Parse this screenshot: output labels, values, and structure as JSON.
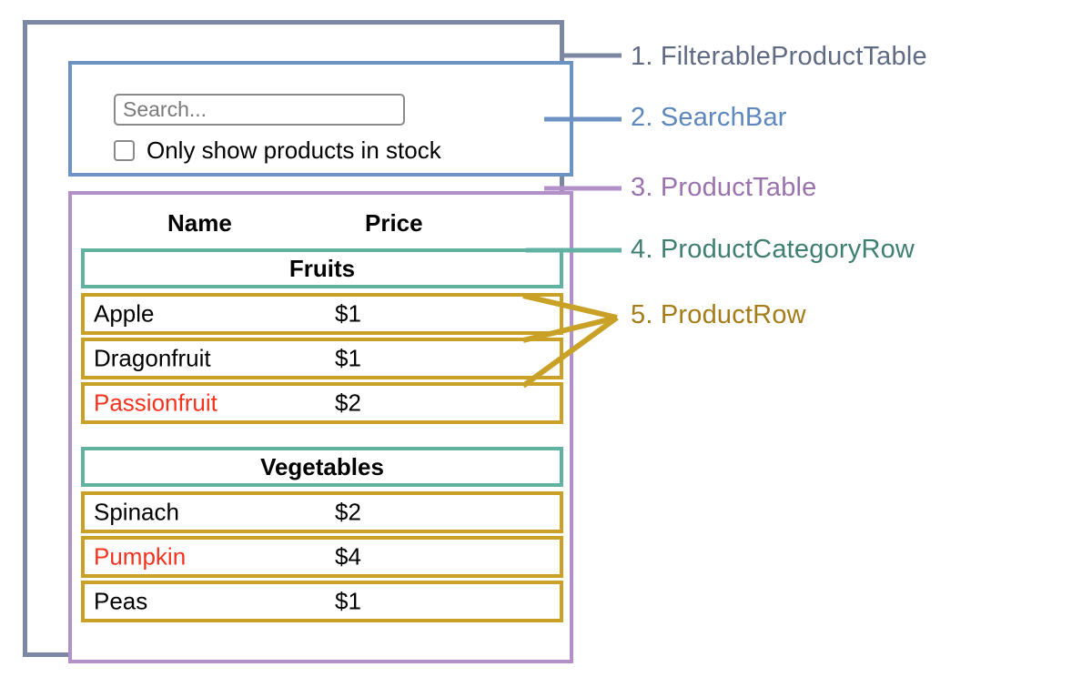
{
  "diagram": {
    "title": "React component hierarchy diagram",
    "legend": [
      {
        "number": "1.",
        "label": "FilterableProductTable",
        "text": "1. FilterableProductTable",
        "color": "#5f6b85"
      },
      {
        "number": "2.",
        "label": "SearchBar",
        "text": "2. SearchBar",
        "color": "#5d87bd"
      },
      {
        "number": "3.",
        "label": "ProductTable",
        "text": "3. ProductTable",
        "color": "#9a72ae"
      },
      {
        "number": "4.",
        "label": "ProductCategoryRow",
        "text": "4. ProductCategoryRow",
        "color": "#3f7f72"
      },
      {
        "number": "5.",
        "label": "ProductRow",
        "text": "5. ProductRow",
        "color": "#a67c19"
      }
    ]
  },
  "colors": {
    "filterable_product_table": "#7b87a3",
    "search_bar": "#6d92c4",
    "product_table": "#b391c8",
    "product_category_row": "#61b2a3",
    "product_row": "#c9a127",
    "out_of_stock_text": "#f4321e",
    "in_stock_text": "#000000",
    "placeholder_text": "#7a7a7a"
  },
  "search_bar": {
    "input": {
      "value": "",
      "placeholder": "Search..."
    },
    "checkbox": {
      "label": "Only show products in stock",
      "checked": false
    }
  },
  "product_table": {
    "columns": [
      "Name",
      "Price"
    ],
    "header": {
      "name": "Name",
      "price": "Price"
    },
    "groups": [
      {
        "category": "Fruits",
        "products": [
          {
            "name": "Apple",
            "price": "$1",
            "stocked": true
          },
          {
            "name": "Dragonfruit",
            "price": "$1",
            "stocked": true
          },
          {
            "name": "Passionfruit",
            "price": "$2",
            "stocked": false
          }
        ]
      },
      {
        "category": "Vegetables",
        "products": [
          {
            "name": "Spinach",
            "price": "$2",
            "stocked": true
          },
          {
            "name": "Pumpkin",
            "price": "$4",
            "stocked": false
          },
          {
            "name": "Peas",
            "price": "$1",
            "stocked": true
          }
        ]
      }
    ]
  }
}
